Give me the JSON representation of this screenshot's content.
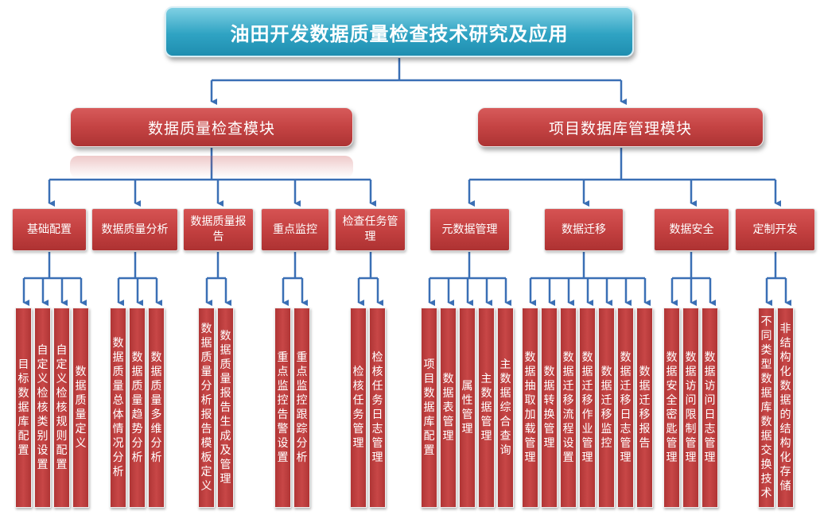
{
  "root": {
    "label": "油田开发数据质量检查技术研究及应用"
  },
  "modules": [
    {
      "label": "数据质量检查模块",
      "submodules": [
        {
          "label": "基础配置",
          "items": [
            "目标数据库配置",
            "自定义检核类别设置",
            "自定义检核规则配置",
            "数据质量定义"
          ]
        },
        {
          "label": "数据质量分析",
          "items": [
            "数据质量总体情况分析",
            "数据质量趋势分析",
            "数据质量多维分析"
          ]
        },
        {
          "label": "数据质量报告",
          "items": [
            "数据质量分析报告模板定义",
            "数据质量报告生成及管理"
          ]
        },
        {
          "label": "重点监控",
          "items": [
            "重点监控告警设置",
            "重点监控跟踪分析"
          ]
        },
        {
          "label": "检查任务管理",
          "items": [
            "检核任务管理",
            "检核任务日志管理"
          ]
        }
      ]
    },
    {
      "label": "项目数据库管理模块",
      "submodules": [
        {
          "label": "元数据管理",
          "items": [
            "项目数据库配置",
            "数据表管理",
            "属性管理",
            "主数据管理",
            "主数据综合查询"
          ]
        },
        {
          "label": "数据迁移",
          "items": [
            "数据抽取加载管理",
            "数据转换管理",
            "数据迁移流程设置",
            "数据迁移作业管理",
            "数据迁移监控",
            "数据迁移日志管理",
            "数据迁移报告"
          ]
        },
        {
          "label": "数据安全",
          "items": [
            "数据安全密匙管理",
            "数据访问限制管理",
            "数据访问日志管理"
          ]
        },
        {
          "label": "定制开发",
          "items": [
            "不同类型数据库数据交换技术",
            "非结构化数据的结构化存储"
          ]
        }
      ]
    }
  ],
  "colors": {
    "connector": "#3a6fb5",
    "root_fill": "#2fa3c3",
    "box_fill": "#c44343"
  }
}
